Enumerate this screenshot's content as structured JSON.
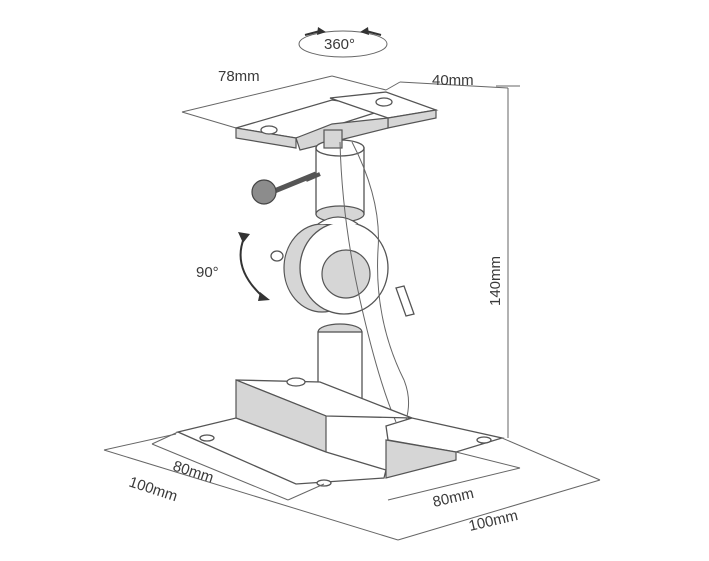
{
  "annotations": {
    "rotation_top": "360°",
    "tilt": "90°",
    "top_plate_width": "78mm",
    "top_plate_depth": "40mm",
    "height": "140mm",
    "base_inner_left": "80mm",
    "base_outer_left": "100mm",
    "base_inner_right": "80mm",
    "base_outer_right": "100mm"
  },
  "colors": {
    "line": "#666666",
    "text": "#3a3a3a",
    "metal_shade": "#d6d6d6",
    "dark_metal": "#8c8c8c"
  },
  "icons": [
    "rotate-arrow-icon",
    "tilt-arrow-icon"
  ]
}
